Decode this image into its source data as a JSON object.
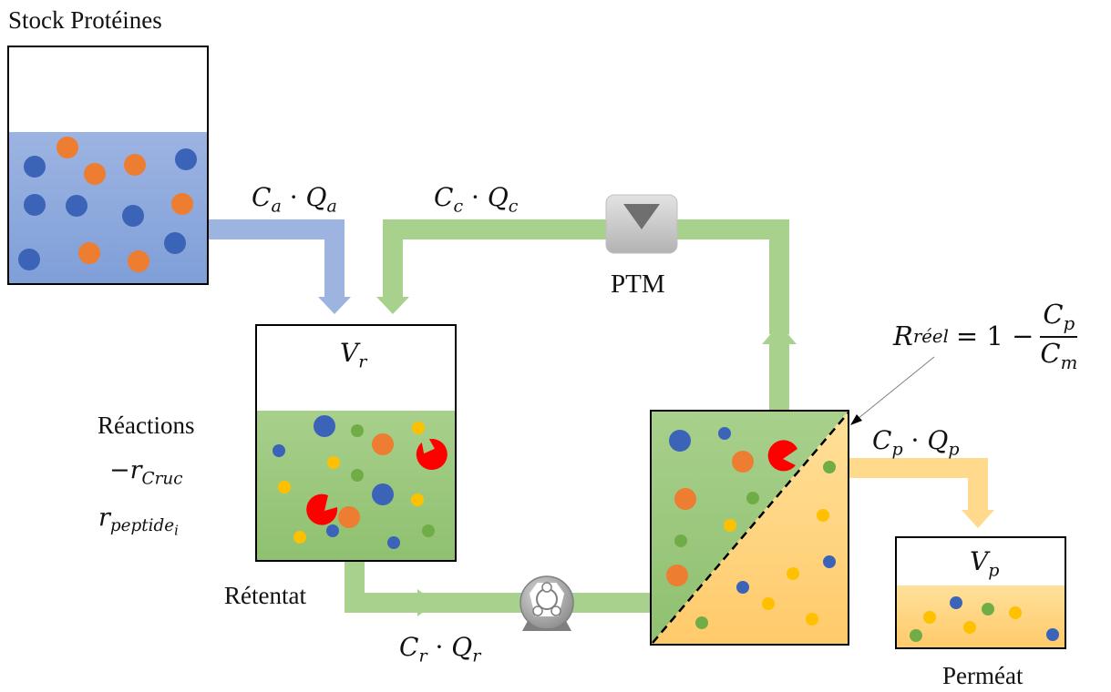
{
  "labels": {
    "stock_title": "Stock Protéines",
    "ptm": "PTM",
    "retentat": "Rétentat",
    "permeat": "Perméat",
    "reactions": "Réactions"
  },
  "math": {
    "Ca": "C",
    "Ca_sub": "a",
    "dot": "·",
    "Qa": "Q",
    "Qa_sub": "a",
    "Cc": "C",
    "Cc_sub": "c",
    "Qc": "Q",
    "Qc_sub": "c",
    "Cr": "C",
    "Cr_sub": "r",
    "Qr": "Q",
    "Qr_sub": "r",
    "Cp": "C",
    "Cp_sub": "p",
    "Qp": "Q",
    "Qp_sub": "p",
    "Vr": "V",
    "Vr_sub": "r",
    "Vp": "V",
    "Vp_sub": "p",
    "rcruc_minus": "−",
    "rcruc": "r",
    "rcruc_sub": "Cruc",
    "rpep": "r",
    "rpep_sub": "peptide",
    "rpep_subsub": "i",
    "R": "R",
    "R_sub": "réel",
    "R_eq": "= 1 −",
    "frac_num": "C",
    "frac_num_sub": "p",
    "frac_den": "C",
    "frac_den_sub": "m"
  },
  "colors": {
    "blue_liquid": "#8faadc",
    "green_liquid": "#a9d18e",
    "orange_liquid": "#ffd98c",
    "blue_particle": "#3b64b8",
    "orange_particle": "#ed7d31",
    "green_particle": "#70ad47",
    "yellow_particle": "#ffc000",
    "enzyme_red": "#ff0000",
    "pipe_blue": "#9eb4e0",
    "pipe_green": "#a9d18e",
    "pipe_orange": "#ffd98c",
    "pump_grey": "#a6a6a6"
  }
}
